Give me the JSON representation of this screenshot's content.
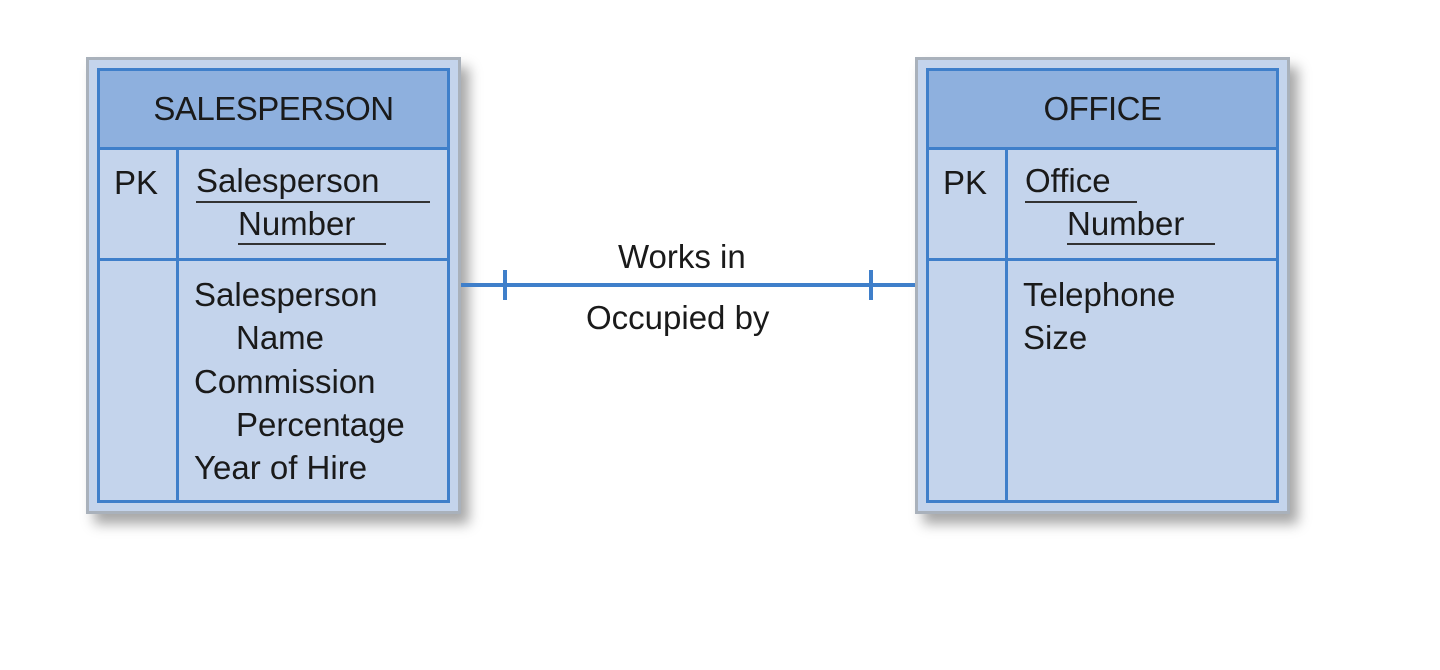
{
  "entities": {
    "salesperson": {
      "name": "SALESPERSON",
      "pk_label": "PK",
      "pk_lines": [
        "Salesperson",
        "Number"
      ],
      "attribute_lines": [
        "Salesperson",
        "Name",
        "Commission",
        "Percentage",
        "Year of Hire"
      ]
    },
    "office": {
      "name": "OFFICE",
      "pk_label": "PK",
      "pk_lines": [
        "Office",
        "Number"
      ],
      "attribute_lines": [
        "Telephone",
        "Size"
      ]
    }
  },
  "relationship": {
    "forward_label": "Works in",
    "reverse_label": "Occupied by",
    "cardinality_left": "one",
    "cardinality_right": "one"
  },
  "colors": {
    "header_fill": "#8eb0de",
    "body_fill": "#c4d4ec",
    "line": "#3f7fca"
  }
}
